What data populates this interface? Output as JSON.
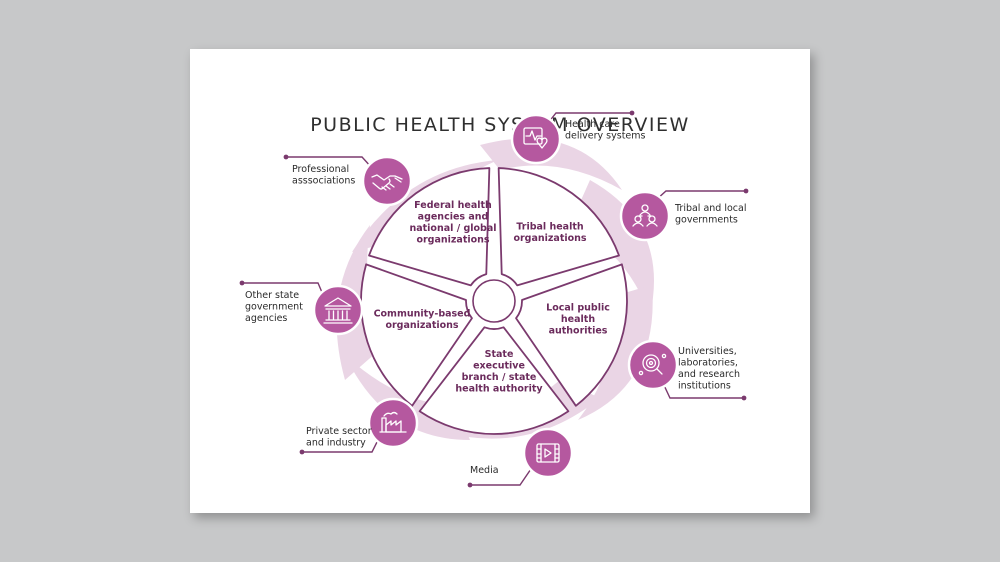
{
  "title": "PUBLIC HEALTH SYSTEM OVERVIEW",
  "colors": {
    "background": "#c7c8c9",
    "slide": "#ffffff",
    "accent": "#b5589f",
    "outline": "#7b3a6e",
    "petal": "#ead5e5",
    "sector_text": "#6b2b5c"
  },
  "sectors": [
    {
      "id": "federal",
      "lines": [
        "Federal health",
        "agencies and",
        "national / global",
        "organizations"
      ]
    },
    {
      "id": "tribal",
      "lines": [
        "Tribal health",
        "organizations"
      ]
    },
    {
      "id": "local",
      "lines": [
        "Local public",
        "health",
        "authorities"
      ]
    },
    {
      "id": "state",
      "lines": [
        "State",
        "executive",
        "branch / state",
        "health authority"
      ]
    },
    {
      "id": "community",
      "lines": [
        "Community-based",
        "organizations"
      ]
    }
  ],
  "stakeholders": [
    {
      "id": "health-care",
      "icon": "heart-monitor-icon",
      "lines": [
        "Health care",
        "delivery systems"
      ]
    },
    {
      "id": "tribal-local",
      "icon": "people-group-icon",
      "lines": [
        "Tribal and local",
        "governments"
      ]
    },
    {
      "id": "universities",
      "icon": "magnifier-research-icon",
      "lines": [
        "Universities,",
        "laboratories,",
        "and research",
        "institutions"
      ]
    },
    {
      "id": "media",
      "icon": "video-play-icon",
      "lines": [
        "Media"
      ]
    },
    {
      "id": "private",
      "icon": "factory-icon",
      "lines": [
        "Private sector",
        "and industry"
      ]
    },
    {
      "id": "state-agencies",
      "icon": "government-building-icon",
      "lines": [
        "Other state",
        "government",
        "agencies"
      ]
    },
    {
      "id": "professional",
      "icon": "handshake-icon",
      "lines": [
        "Professional",
        "asssociations"
      ]
    }
  ]
}
